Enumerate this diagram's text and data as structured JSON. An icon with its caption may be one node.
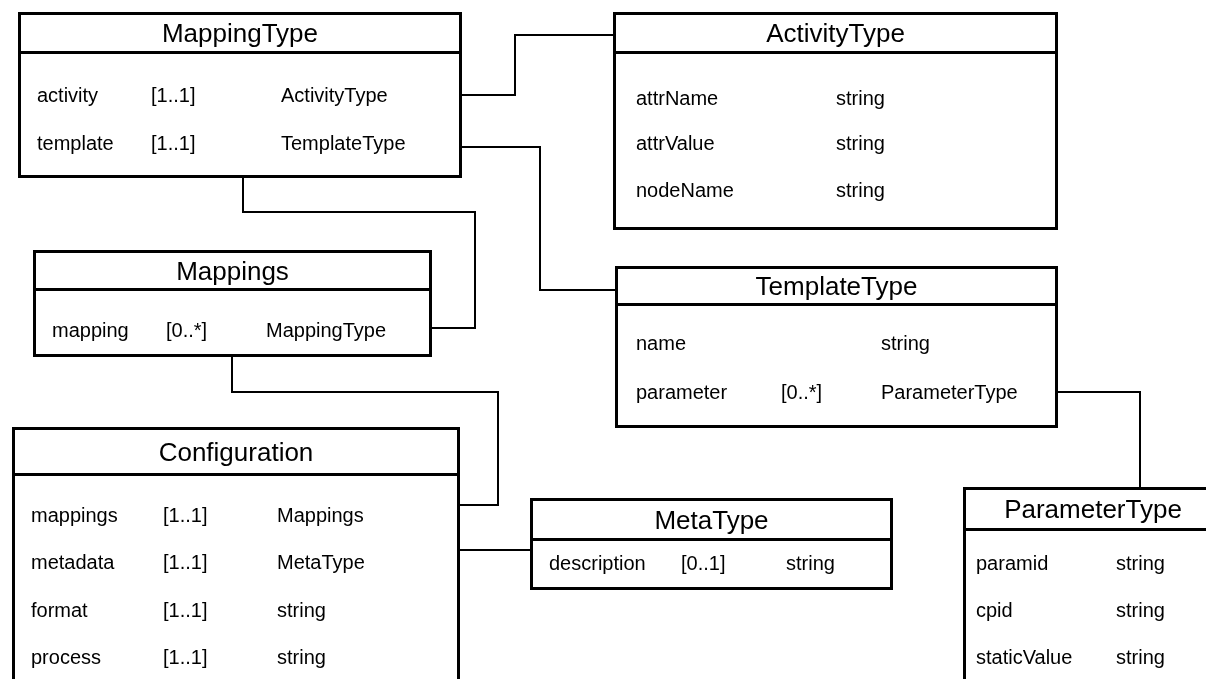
{
  "diagram": {
    "nodes": [
      {
        "text": [
          "MappingType",
          "activity",
          "[1..1]",
          "ActivityType",
          "template",
          "[1..1]",
          "TemplateType"
        ]
      },
      {
        "text": [
          "ActivityType",
          "attrName",
          "string",
          "attrValue",
          "string",
          "nodeName",
          "string"
        ]
      },
      {
        "text": [
          "Mappings",
          "mapping",
          "[0..*]",
          "MappingType"
        ]
      },
      {
        "text": [
          "TemplateType",
          "name",
          "string",
          "parameter",
          "[0..*]",
          "ParameterType"
        ]
      },
      {
        "text": [
          "Configuration",
          "mappings",
          "[1..1]",
          "Mappings",
          "metadata",
          "[1..1]",
          "MetaType",
          "format",
          "[1..1]",
          "string",
          "process",
          "[1..1]",
          "string"
        ]
      },
      {
        "text": [
          "MetaType",
          "description",
          "[0..1]",
          "string"
        ]
      },
      {
        "text": [
          "ParameterType",
          "paramid",
          "string",
          "cpid",
          "string",
          "staticValue",
          "string"
        ]
      }
    ],
    "edges": [
      {
        "from": 0,
        "to": 1,
        "arrow": "none"
      },
      {
        "from": 0,
        "to": 3,
        "arrow": "none"
      },
      {
        "from": 2,
        "to": 0,
        "arrow": "none"
      },
      {
        "from": 4,
        "to": 2,
        "arrow": "none"
      },
      {
        "from": 4,
        "to": 5,
        "arrow": "none"
      },
      {
        "from": 3,
        "to": 6,
        "arrow": "none"
      }
    ]
  }
}
